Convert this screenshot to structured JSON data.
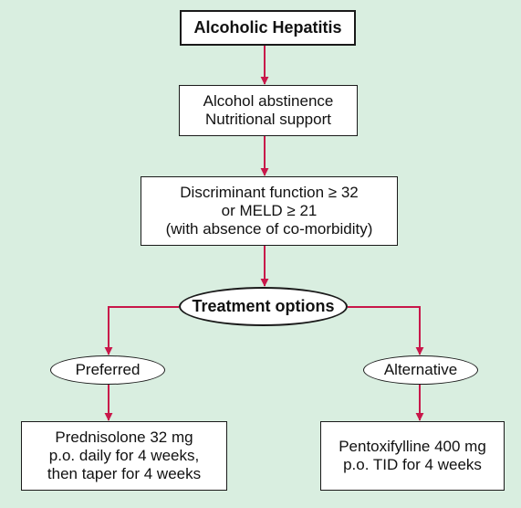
{
  "diagram": {
    "colors": {
      "background": "#d9eee0",
      "box_fill": "#ffffff",
      "box_border": "#1a1a1a",
      "arrow": "#c8174a",
      "text": "#111111"
    },
    "nodes": {
      "title": {
        "lines": [
          "Alcoholic Hepatitis"
        ]
      },
      "abstinence": {
        "lines": [
          "Alcohol abstinence",
          "Nutritional support"
        ]
      },
      "criteria": {
        "lines": [
          "Discriminant function ≥ 32",
          "or MELD ≥ 21",
          "(with absence of co-morbidity)"
        ]
      },
      "options": {
        "lines": [
          "Treatment options"
        ]
      },
      "preferred": {
        "lines": [
          "Preferred"
        ]
      },
      "alternative": {
        "lines": [
          "Alternative"
        ]
      },
      "prednisolone": {
        "lines": [
          "Prednisolone 32 mg",
          "p.o. daily for 4 weeks,",
          "then taper for 4 weeks"
        ]
      },
      "pentoxifylline": {
        "lines": [
          "Pentoxifylline 400 mg",
          "p.o. TID for 4 weeks"
        ]
      }
    }
  }
}
